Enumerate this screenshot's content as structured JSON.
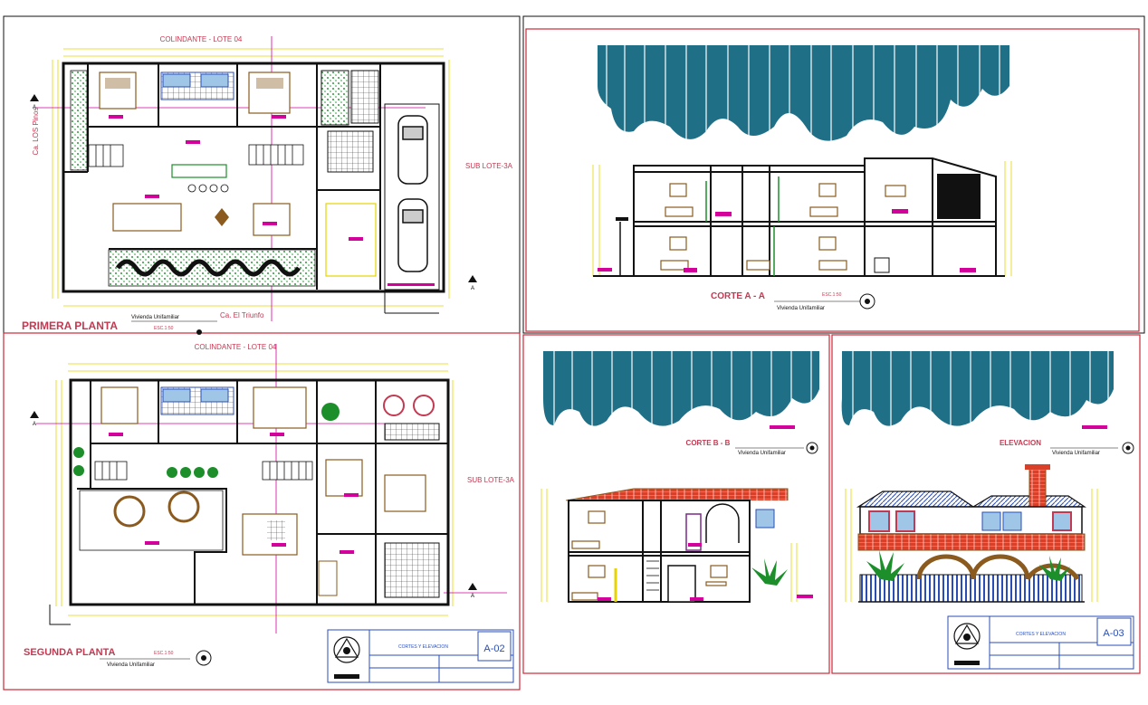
{
  "colors": {
    "frame_red": "#cc2a3a",
    "wall_black": "#111111",
    "dim_yellow": "#e6d400",
    "magenta": "#d4009c",
    "green": "#1c8f2a",
    "brown": "#8a5a1e",
    "teal_tree": "#1f6f86",
    "blue": "#2a4db5",
    "title_red": "#c23a52"
  },
  "plans": {
    "first": {
      "title": "PRIMERA PLANTA",
      "scale": "ESC.1:50",
      "subtitle": "Vivienda Unifamiliar",
      "street_bottom": "Ca. El Triunfo",
      "neighbor_top": "COLINDANTE - LOTE 04",
      "neighbor_right": "SUB LOTE-3A",
      "street_left": "Ca. LOS Pinos"
    },
    "second": {
      "title": "SEGUNDA PLANTA",
      "scale": "ESC.1:50",
      "subtitle": "Vivienda Unifamiliar",
      "neighbor_top": "COLINDANTE - LOTE 04",
      "neighbor_right": "SUB LOTE-3A"
    }
  },
  "sections": {
    "a": {
      "title": "CORTE A - A",
      "scale": "ESC.1:50",
      "subtitle": "Vivienda Unifamiliar"
    },
    "b": {
      "title": "CORTE B - B",
      "subtitle": "Vivienda Unifamiliar"
    },
    "elev": {
      "title": "ELEVACION",
      "subtitle": "Vivienda Unifamiliar"
    }
  },
  "title_blocks": {
    "left": {
      "sheet_code": "A-02",
      "content": "CORTES Y ELEVACION"
    },
    "right": {
      "sheet_code": "A-03",
      "content": "CORTES Y ELEVACION"
    }
  },
  "markers": {
    "section_mark": "A"
  }
}
